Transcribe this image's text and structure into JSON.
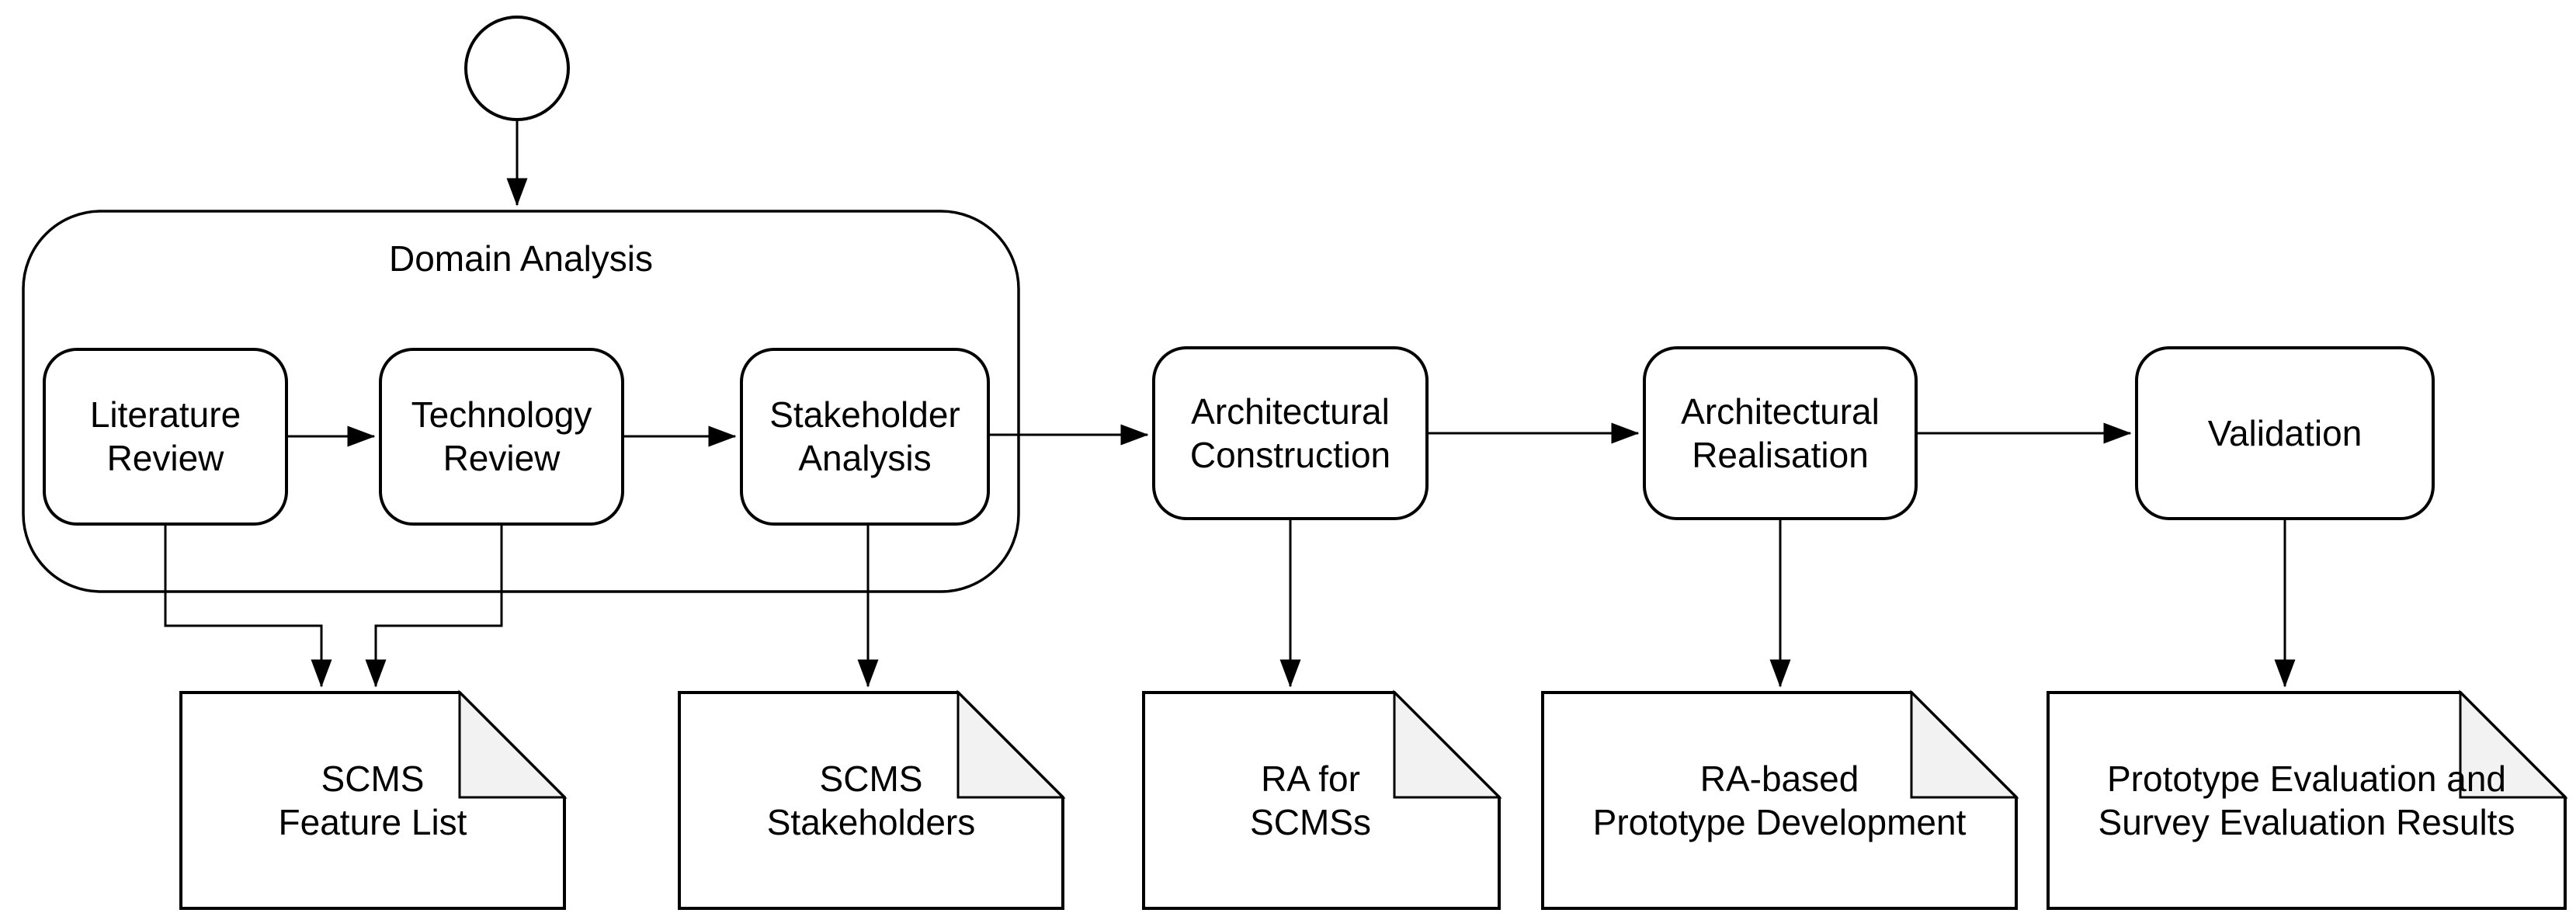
{
  "diagram": {
    "kind": "process-flow-diagram",
    "colors": {
      "stroke": "#000000",
      "shape_fill": "#ffffff",
      "fold_fill": "#f2f2f2",
      "text": "#000000"
    }
  },
  "nodes": {
    "start": {
      "shape": "circle",
      "label": ""
    },
    "domain_analysis": {
      "shape": "rounded-container",
      "label": "Domain Analysis"
    },
    "literature_review": {
      "shape": "rounded-box",
      "lines": [
        "Literature",
        "Review"
      ]
    },
    "technology_review": {
      "shape": "rounded-box",
      "lines": [
        "Technology",
        "Review"
      ]
    },
    "stakeholder_analysis": {
      "shape": "rounded-box",
      "lines": [
        "Stakeholder",
        "Analysis"
      ]
    },
    "architectural_construction": {
      "shape": "rounded-box",
      "lines": [
        "Architectural",
        "Construction"
      ]
    },
    "architectural_realisation": {
      "shape": "rounded-box",
      "lines": [
        "Architectural",
        "Realisation"
      ]
    },
    "validation": {
      "shape": "rounded-box",
      "label": "Validation"
    }
  },
  "documents": {
    "scms_feature_list": {
      "shape": "note",
      "lines": [
        "SCMS",
        "Feature List"
      ]
    },
    "scms_stakeholders": {
      "shape": "note",
      "lines": [
        "SCMS",
        "Stakeholders"
      ]
    },
    "ra_for_scmss": {
      "shape": "note",
      "lines": [
        "RA for",
        "SCMSs"
      ]
    },
    "ra_based_prototype_development": {
      "shape": "note",
      "lines": [
        "RA-based",
        "Prototype Development"
      ]
    },
    "prototype_evaluation_results": {
      "shape": "note",
      "lines": [
        "Prototype Evaluation and",
        "Survey Evaluation Results"
      ]
    }
  },
  "edges": [
    {
      "from": "start",
      "to": "domain_analysis"
    },
    {
      "from": "literature_review",
      "to": "technology_review"
    },
    {
      "from": "technology_review",
      "to": "stakeholder_analysis"
    },
    {
      "from": "stakeholder_analysis",
      "to": "architectural_construction"
    },
    {
      "from": "architectural_construction",
      "to": "architectural_realisation"
    },
    {
      "from": "architectural_realisation",
      "to": "validation"
    },
    {
      "from": "literature_review",
      "to": "scms_feature_list"
    },
    {
      "from": "technology_review",
      "to": "scms_feature_list"
    },
    {
      "from": "stakeholder_analysis",
      "to": "scms_stakeholders"
    },
    {
      "from": "architectural_construction",
      "to": "ra_for_scmss"
    },
    {
      "from": "architectural_realisation",
      "to": "ra_based_prototype_development"
    },
    {
      "from": "validation",
      "to": "prototype_evaluation_results"
    }
  ]
}
